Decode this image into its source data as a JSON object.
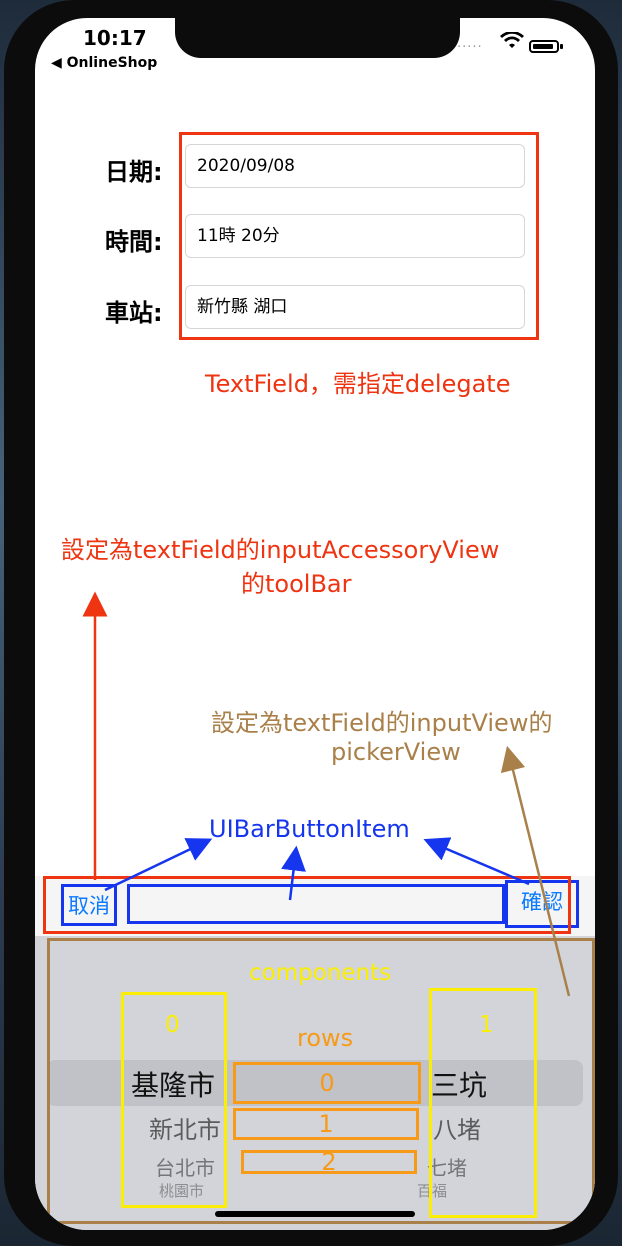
{
  "status_bar": {
    "time": "10:17",
    "back_label": "◀ OnlineShop",
    "signal": "·····"
  },
  "form": {
    "date_label": "日期:",
    "date_value": "2020/09/08",
    "time_label": "時間:",
    "time_value": "11時 20分",
    "station_label": "車站:",
    "station_value": "新竹縣 湖口"
  },
  "annotations": {
    "textfield_note": "TextField，需指定delegate",
    "toolbar_note_line1": "設定為textField的inputAccessoryView",
    "toolbar_note_line2": "的toolBar",
    "picker_note_line1": "設定為textField的inputView的",
    "picker_note_line2": "pickerView",
    "barbutton_note": "UIBarButtonItem",
    "components_note": "components",
    "component_0": "0",
    "component_1": "1",
    "rows_note": "rows",
    "row_0": "0",
    "row_1": "1",
    "row_2": "2"
  },
  "toolbar": {
    "cancel_label": "取消",
    "confirm_label": "確認"
  },
  "picker": {
    "city_rows": [
      "基隆市",
      "新北市",
      "台北市",
      "桃園市"
    ],
    "district_rows": [
      "三坑",
      "八堵",
      "七堵",
      "百福"
    ]
  },
  "colors": {
    "annotation_red": "#ee3411",
    "annotation_blue": "#1536ee",
    "annotation_brown": "#a98049",
    "annotation_yellow": "#fbee05",
    "annotation_orange": "#f79a18",
    "ios_blue": "#0a7aff"
  }
}
